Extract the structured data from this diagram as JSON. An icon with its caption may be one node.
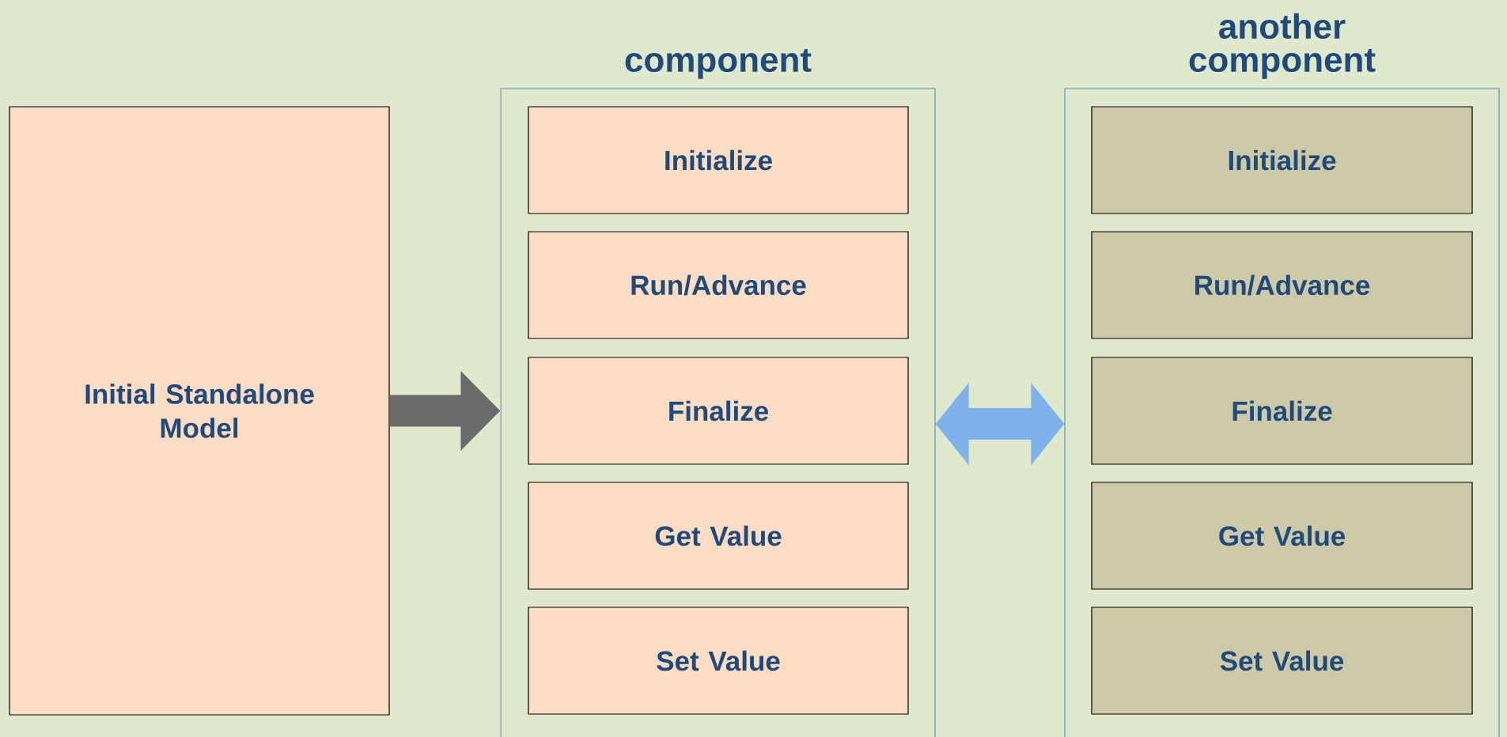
{
  "diagram": {
    "nodes": [
      {
        "text": [
          "Initial Standalone Model"
        ]
      },
      {
        "text": [
          "component"
        ]
      },
      {
        "text": [
          "Initialize"
        ],
        "in": 1
      },
      {
        "text": [
          "Run/Advance"
        ],
        "in": 1
      },
      {
        "text": [
          "Finalize"
        ],
        "in": 1
      },
      {
        "text": [
          "Get Value"
        ],
        "in": 1
      },
      {
        "text": [
          "Set Value"
        ],
        "in": 1
      },
      {
        "text": [
          "another component"
        ]
      },
      {
        "text": [
          "Initialize"
        ],
        "in": 7
      },
      {
        "text": [
          "Run/Advance"
        ],
        "in": 7
      },
      {
        "text": [
          "Finalize"
        ],
        "in": 7
      },
      {
        "text": [
          "Get Value"
        ],
        "in": 7
      },
      {
        "text": [
          "Set Value"
        ],
        "in": 7
      }
    ],
    "edges": [
      {
        "from": 0,
        "to": 1,
        "arrow": "to",
        "color": "#6b6b6b"
      },
      {
        "from": 1,
        "to": 7,
        "arrow": "both",
        "color": "#7fb2ea"
      }
    ]
  }
}
